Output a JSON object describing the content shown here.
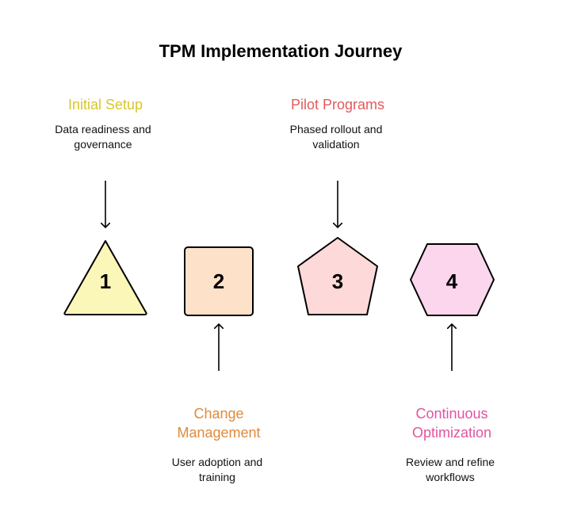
{
  "title": "TPM Implementation Journey",
  "steps": [
    {
      "number": "1",
      "heading": "Initial Setup",
      "description_line1": "Data readiness and",
      "description_line2": "governance",
      "color": "#d8c62a",
      "fill": "#fbf7b8",
      "shape": "triangle"
    },
    {
      "number": "2",
      "heading_line1": "Change",
      "heading_line2": "Management",
      "description_line1": "User adoption and",
      "description_line2": "training",
      "color": "#e08a3c",
      "fill": "#fde1c9",
      "shape": "square"
    },
    {
      "number": "3",
      "heading": "Pilot Programs",
      "description_line1": "Phased rollout and",
      "description_line2": "validation",
      "color": "#e55a5a",
      "fill": "#fdd9d9",
      "shape": "pentagon"
    },
    {
      "number": "4",
      "heading_line1": "Continuous",
      "heading_line2": "Optimization",
      "description_line1": "Review and refine",
      "description_line2": "workflows",
      "color": "#e0559f",
      "fill": "#fcd6ec",
      "shape": "hexagon"
    }
  ]
}
